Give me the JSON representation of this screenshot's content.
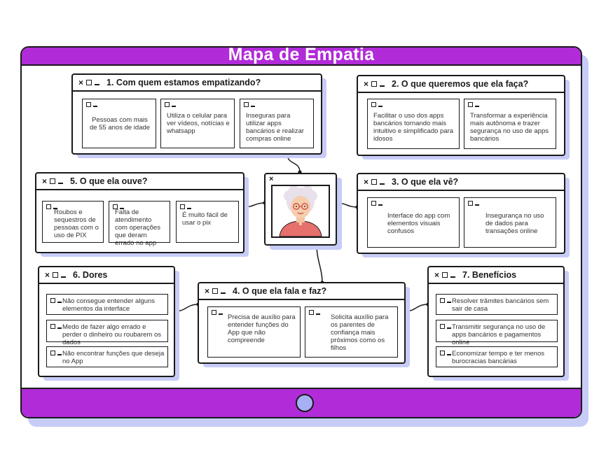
{
  "title": "Mapa de Empatia",
  "colors": {
    "accent": "#b12bd8",
    "shadow": "#c7ccf7",
    "home_button": "#a7b0f5"
  },
  "window_controls": {
    "close": "×"
  },
  "sections": {
    "who": {
      "title": "1. Com quem estamos empatizando?",
      "cards": [
        "Pessoas com mais de 55 anos de idade",
        "Utiliza o celular para ver vídeos, notícias e whatsapp",
        "Inseguras para utilizar apps bancários e realizar compras online"
      ]
    },
    "do": {
      "title": "2. O que queremos que ela faça?",
      "cards": [
        "Facilitar o uso dos apps bancários tornando mais intuitivo e simplificado para idosos",
        "Transformar a experiência mais autônoma e trazer segurança no uso de apps bancários"
      ]
    },
    "hears": {
      "title": "5. O que ela ouve?",
      "cards": [
        "Roubos e sequestros de pessoas com o uso de PIX",
        "Falta de atendimento com operações que deram errado no app",
        "É muito fácil de usar o pix"
      ]
    },
    "sees": {
      "title": "3. O que ela vê?",
      "cards": [
        "Interface do app com elementos visuais confusos",
        "Insegurança no uso de dados para transações online"
      ]
    },
    "pains": {
      "title": "6. Dores",
      "items": [
        "Não consegue entender alguns elementos da interface",
        "Medo de fazer algo errado e perder o dinheiro ou roubarem os dados",
        "Não encontrar funções que deseja no App"
      ]
    },
    "says": {
      "title": "4. O que ela fala e faz?",
      "cards": [
        "Precisa de auxílio para entender funções do App que não compreende",
        "Solicita auxílio para os parentes de confiança mais próximos como os filhos"
      ]
    },
    "gains": {
      "title": "7. Benefícios",
      "items": [
        "Resolver trâmites bancários sem sair de casa",
        "Transmitir segurança no uso de apps bancários e pagamentos online",
        "Economizar tempo e ter menos burocracias bancárias"
      ]
    }
  }
}
